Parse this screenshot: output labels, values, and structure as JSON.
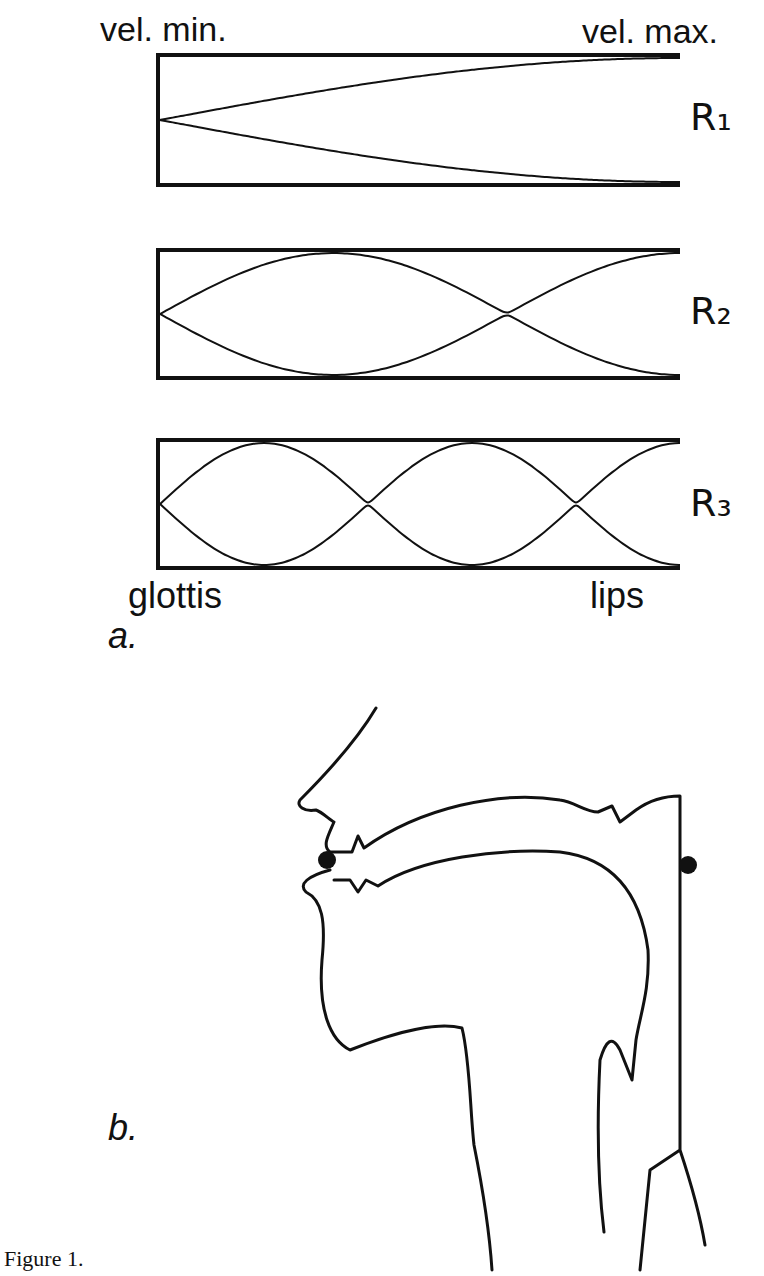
{
  "diagram": {
    "caption": "Figure 1.",
    "labels": [
      "vel. min.",
      "vel. max.",
      "R₁",
      "R₂",
      "R₃",
      "glottis",
      "lips",
      "a.",
      "b."
    ]
  }
}
